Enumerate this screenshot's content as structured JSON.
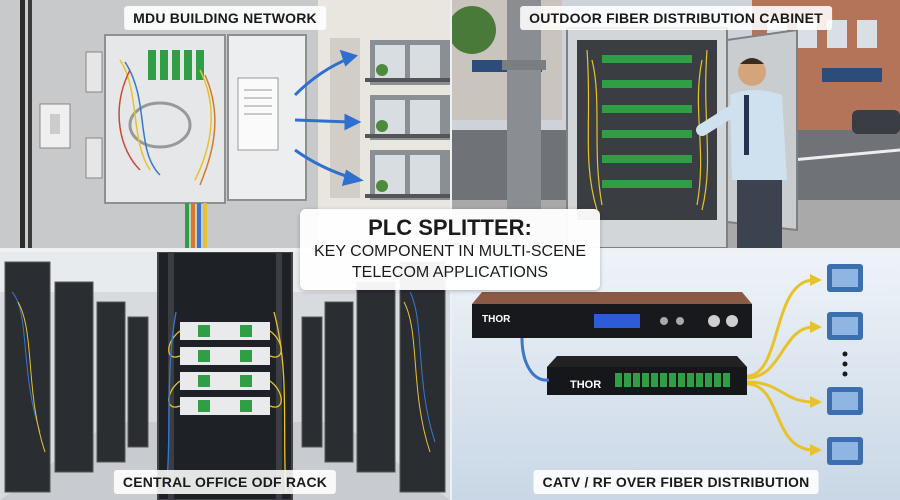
{
  "panels": {
    "mdu": {
      "label": "MDU BUILDING NETWORK"
    },
    "cabinet": {
      "label": "OUTDOOR FIBER DISTRIBUTION CABINET"
    },
    "odf": {
      "label": "CENTRAL OFFICE ODF RACK"
    },
    "catv": {
      "label": "CATV / RF OVER FIBER DISTRIBUTION"
    }
  },
  "title": {
    "line1": "PLC SPLITTER:",
    "line2": "KEY COMPONENT IN MULTI-SCENE",
    "line3": "TELECOM APPLICATIONS"
  },
  "equipment": {
    "brand": "THOR"
  },
  "colors": {
    "adapter_green": "#2f9e44",
    "fiber_yellow": "#e8c22a",
    "fiber_blue": "#3a77c9",
    "arrow_blue": "#2f6fd0"
  }
}
